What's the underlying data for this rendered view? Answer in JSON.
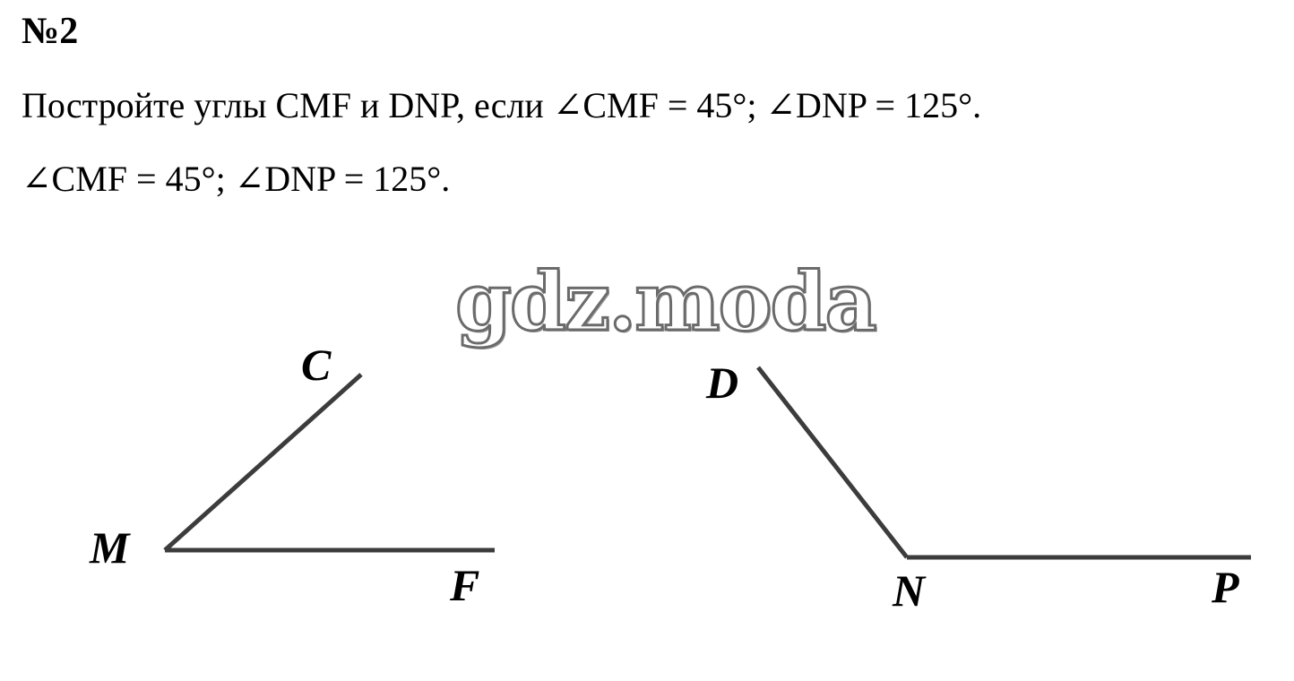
{
  "problem": {
    "number": "№2",
    "statement": "Постройте углы CMF и DNP, если ∠CMF = 45°; ∠DNP = 125°.",
    "answer": "∠CMF = 45°; ∠DNP = 125°."
  },
  "watermark": "gdz.moda",
  "figure": {
    "angle_cmf": {
      "degrees": 45,
      "vertex_label": "M",
      "ray1_label": "C",
      "ray2_label": "F"
    },
    "angle_dnp": {
      "degrees": 125,
      "vertex_label": "N",
      "ray1_label": "D",
      "ray2_label": "P"
    },
    "colors": {
      "text": "#000000",
      "ray": "#3c3c3c",
      "background": "#ffffff"
    }
  }
}
